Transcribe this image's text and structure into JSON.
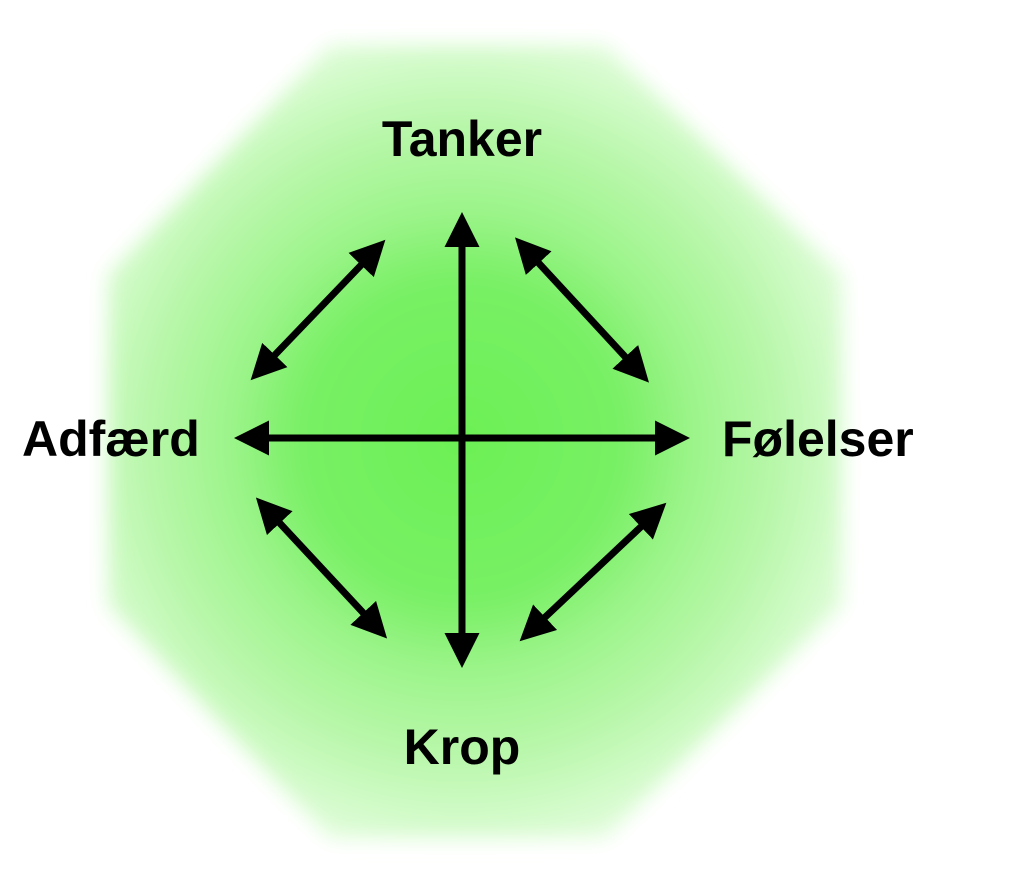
{
  "diagram": {
    "labels": {
      "top": "Tanker",
      "left": "Adfærd",
      "right": "Følelser",
      "bottom": "Krop"
    },
    "colors": {
      "center": "#6cf055",
      "mid": "#9cf48a",
      "edge": "#dcfcd4",
      "arrow": "#000000"
    }
  }
}
